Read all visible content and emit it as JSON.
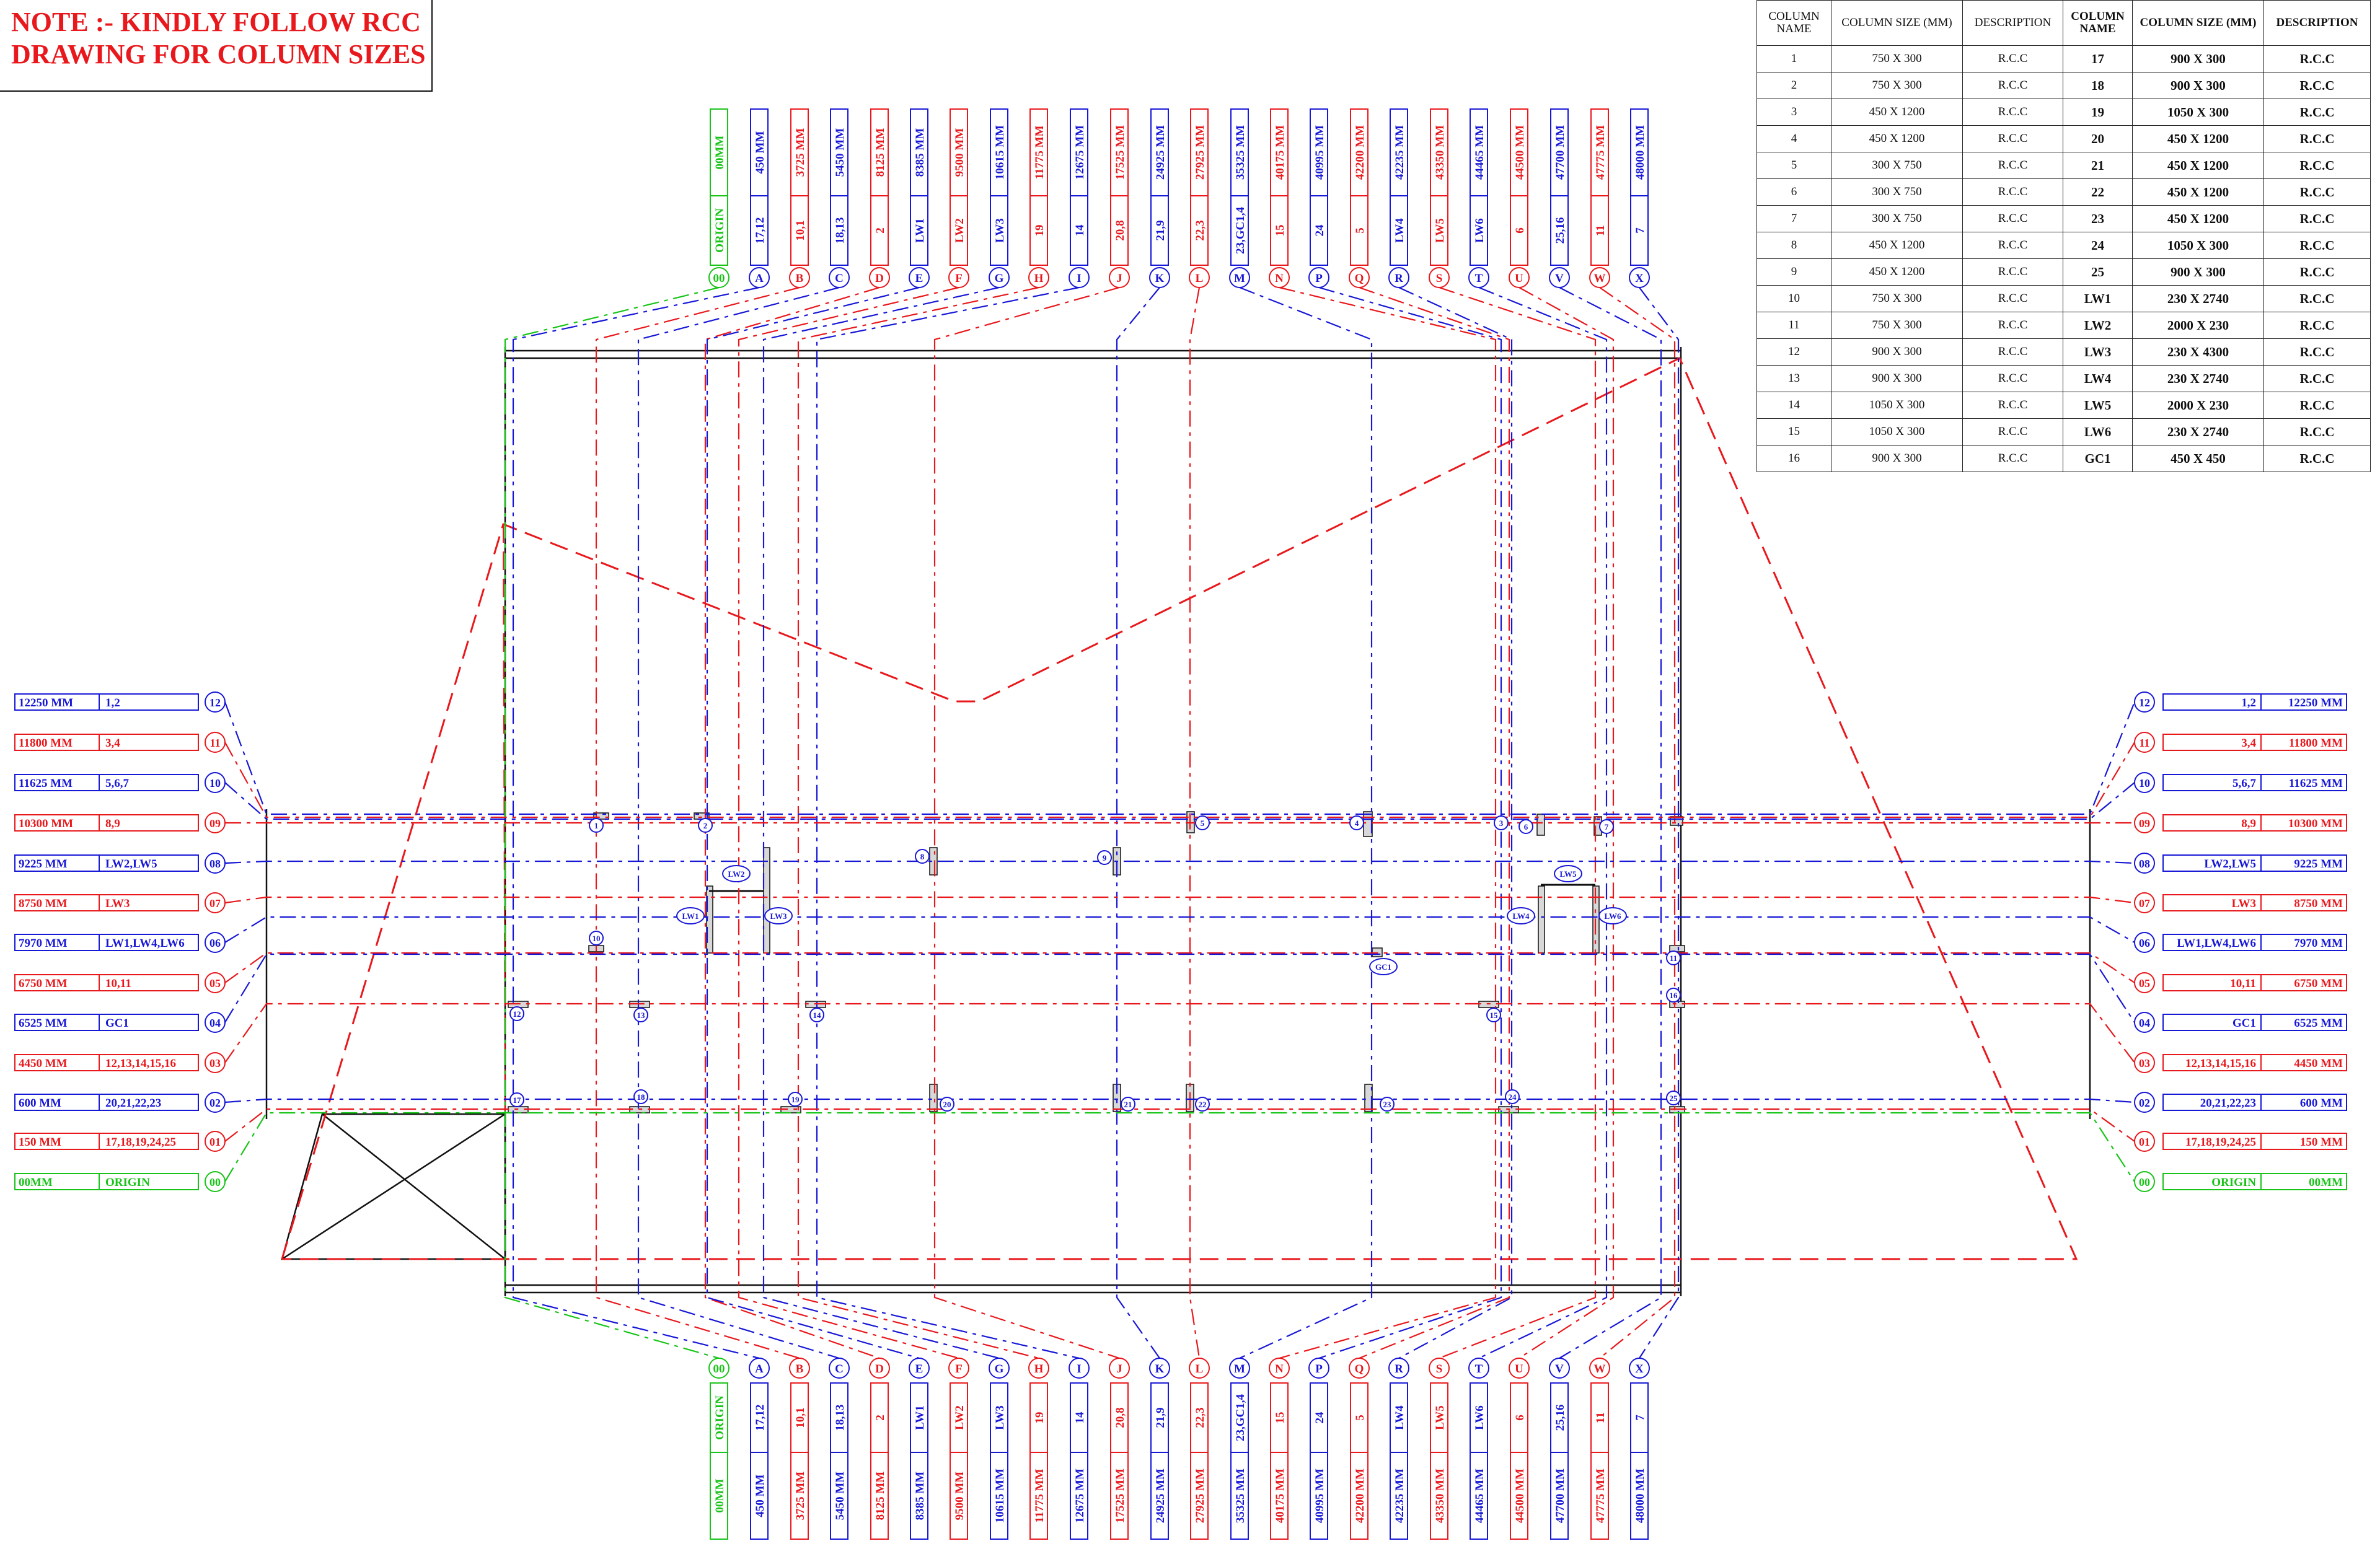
{
  "note": {
    "line1": "NOTE :- KINDLY FOLLOW RCC",
    "line2": "DRAWING FOR COLUMN SIZES"
  },
  "colors": {
    "red": "#e8181c",
    "blue": "#1717d6",
    "green": "#18c418",
    "black": "#111111"
  },
  "schedule": {
    "headers": [
      "COLUMN NAME",
      "COLUMN SIZE (MM)",
      "DESCRIPTION",
      "COLUMN NAME",
      "COLUMN SIZE (MM)",
      "DESCRIPTION"
    ],
    "rows": [
      [
        "1",
        "750 X 300",
        "R.C.C",
        "17",
        "900 X 300",
        "R.C.C"
      ],
      [
        "2",
        "750 X 300",
        "R.C.C",
        "18",
        "900 X 300",
        "R.C.C"
      ],
      [
        "3",
        "450 X 1200",
        "R.C.C",
        "19",
        "1050 X 300",
        "R.C.C"
      ],
      [
        "4",
        "450  X 1200",
        "R.C.C",
        "20",
        "450  X 1200",
        "R.C.C"
      ],
      [
        "5",
        "300 X 750",
        "R.C.C",
        "21",
        "450  X 1200",
        "R.C.C"
      ],
      [
        "6",
        "300 X 750",
        "R.C.C",
        "22",
        "450  X 1200",
        "R.C.C"
      ],
      [
        "7",
        "300 X 750",
        "R.C.C",
        "23",
        "450  X 1200",
        "R.C.C"
      ],
      [
        "8",
        "450 X 1200",
        "R.C.C",
        "24",
        "1050 X 300",
        "R.C.C"
      ],
      [
        "9",
        "450 X 1200",
        "R.C.C",
        "25",
        "900 X 300",
        "R.C.C"
      ],
      [
        "10",
        "750 X 300",
        "R.C.C",
        "LW1",
        "230 X 2740",
        "R.C.C"
      ],
      [
        "11",
        "750 X 300",
        "R.C.C",
        "LW2",
        "2000 X 230",
        "R.C.C"
      ],
      [
        "12",
        "900 X 300",
        "R.C.C",
        "LW3",
        "230 X 4300",
        "R.C.C"
      ],
      [
        "13",
        "900 X 300",
        "R.C.C",
        "LW4",
        "230 X 2740",
        "R.C.C"
      ],
      [
        "14",
        "1050 X 300",
        "R.C.C",
        "LW5",
        "2000 X 230",
        "R.C.C"
      ],
      [
        "15",
        "1050 X 300",
        "R.C.C",
        "LW6",
        "230 X 2740",
        "R.C.C"
      ],
      [
        "16",
        "900 X 300",
        "R.C.C",
        "GC1",
        "450 X 450",
        "R.C.C"
      ]
    ]
  },
  "grid_columns": [
    {
      "id": "00",
      "dist": "00MM",
      "cols": "ORIGIN",
      "color": "green"
    },
    {
      "id": "A",
      "dist": "450 MM",
      "cols": "17,12",
      "color": "blue"
    },
    {
      "id": "B",
      "dist": "3725 MM",
      "cols": "10,1",
      "color": "red"
    },
    {
      "id": "C",
      "dist": "5450 MM",
      "cols": "18,13",
      "color": "blue"
    },
    {
      "id": "D",
      "dist": "8125 MM",
      "cols": "2",
      "color": "red"
    },
    {
      "id": "E",
      "dist": "8385 MM",
      "cols": "LW1",
      "color": "blue"
    },
    {
      "id": "F",
      "dist": "9500 MM",
      "cols": "LW2",
      "color": "red"
    },
    {
      "id": "G",
      "dist": "10615 MM",
      "cols": "LW3",
      "color": "blue"
    },
    {
      "id": "H",
      "dist": "11775 MM",
      "cols": "19",
      "color": "red"
    },
    {
      "id": "I",
      "dist": "12675 MM",
      "cols": "14",
      "color": "blue"
    },
    {
      "id": "J",
      "dist": "17525 MM",
      "cols": "20,8",
      "color": "red"
    },
    {
      "id": "K",
      "dist": "24925 MM",
      "cols": "21,9",
      "color": "blue"
    },
    {
      "id": "L",
      "dist": "27925 MM",
      "cols": "22,3",
      "color": "red"
    },
    {
      "id": "M",
      "dist": "35325 MM",
      "cols": "23,GC1,4",
      "color": "blue"
    },
    {
      "id": "N",
      "dist": "40175 MM",
      "cols": "15",
      "color": "red"
    },
    {
      "id": "P",
      "dist": "40995 MM",
      "cols": "24",
      "color": "blue"
    },
    {
      "id": "Q",
      "dist": "42200 MM",
      "cols": "5",
      "color": "red"
    },
    {
      "id": "R",
      "dist": "42235 MM",
      "cols": "LW4",
      "color": "blue"
    },
    {
      "id": "S",
      "dist": "43350 MM",
      "cols": "LW5",
      "color": "red"
    },
    {
      "id": "T",
      "dist": "44465 MM",
      "cols": "LW6",
      "color": "blue"
    },
    {
      "id": "U",
      "dist": "44500 MM",
      "cols": "6",
      "color": "red"
    },
    {
      "id": "V",
      "dist": "47700 MM",
      "cols": "25,16",
      "color": "blue"
    },
    {
      "id": "W",
      "dist": "47775 MM",
      "cols": "11",
      "color": "red"
    },
    {
      "id": "X",
      "dist": "48000 MM",
      "cols": "7",
      "color": "blue"
    }
  ],
  "grid_rows": [
    {
      "id": "12",
      "dist": "12250 MM",
      "cols": "1,2",
      "color": "blue"
    },
    {
      "id": "11",
      "dist": "11800 MM",
      "cols": "3,4",
      "color": "red"
    },
    {
      "id": "10",
      "dist": "11625 MM",
      "cols": "5,6,7",
      "color": "blue"
    },
    {
      "id": "09",
      "dist": "10300 MM",
      "cols": "8,9",
      "color": "red"
    },
    {
      "id": "08",
      "dist": "9225 MM",
      "cols": "LW2,LW5",
      "color": "blue"
    },
    {
      "id": "07",
      "dist": "8750 MM",
      "cols": "LW3",
      "color": "red"
    },
    {
      "id": "06",
      "dist": "7970 MM",
      "cols": "LW1,LW4,LW6",
      "color": "blue"
    },
    {
      "id": "05",
      "dist": "6750 MM",
      "cols": "10,11",
      "color": "red"
    },
    {
      "id": "04",
      "dist": "6525 MM",
      "cols": "GC1",
      "color": "blue"
    },
    {
      "id": "03",
      "dist": "4450 MM",
      "cols": "12,13,14,15,16",
      "color": "red"
    },
    {
      "id": "02",
      "dist": "600 MM",
      "cols": "20,21,22,23",
      "color": "blue"
    },
    {
      "id": "01",
      "dist": "150 MM",
      "cols": "17,18,19,24,25",
      "color": "red"
    },
    {
      "id": "00",
      "dist": "00MM",
      "cols": "ORIGIN",
      "color": "green"
    }
  ],
  "column_markers": [
    {
      "label": "1"
    },
    {
      "label": "2"
    },
    {
      "label": "3"
    },
    {
      "label": "4"
    },
    {
      "label": "5"
    },
    {
      "label": "6"
    },
    {
      "label": "7"
    },
    {
      "label": "8"
    },
    {
      "label": "9"
    },
    {
      "label": "10"
    },
    {
      "label": "11"
    },
    {
      "label": "12"
    },
    {
      "label": "13"
    },
    {
      "label": "14"
    },
    {
      "label": "15"
    },
    {
      "label": "16"
    },
    {
      "label": "17"
    },
    {
      "label": "18"
    },
    {
      "label": "19"
    },
    {
      "label": "20"
    },
    {
      "label": "21"
    },
    {
      "label": "22"
    },
    {
      "label": "23"
    },
    {
      "label": "24"
    },
    {
      "label": "25"
    },
    {
      "label": "GC1"
    },
    {
      "label": "LW1"
    },
    {
      "label": "LW2"
    },
    {
      "label": "LW3"
    },
    {
      "label": "LW4"
    },
    {
      "label": "LW5"
    },
    {
      "label": "LW6"
    }
  ]
}
